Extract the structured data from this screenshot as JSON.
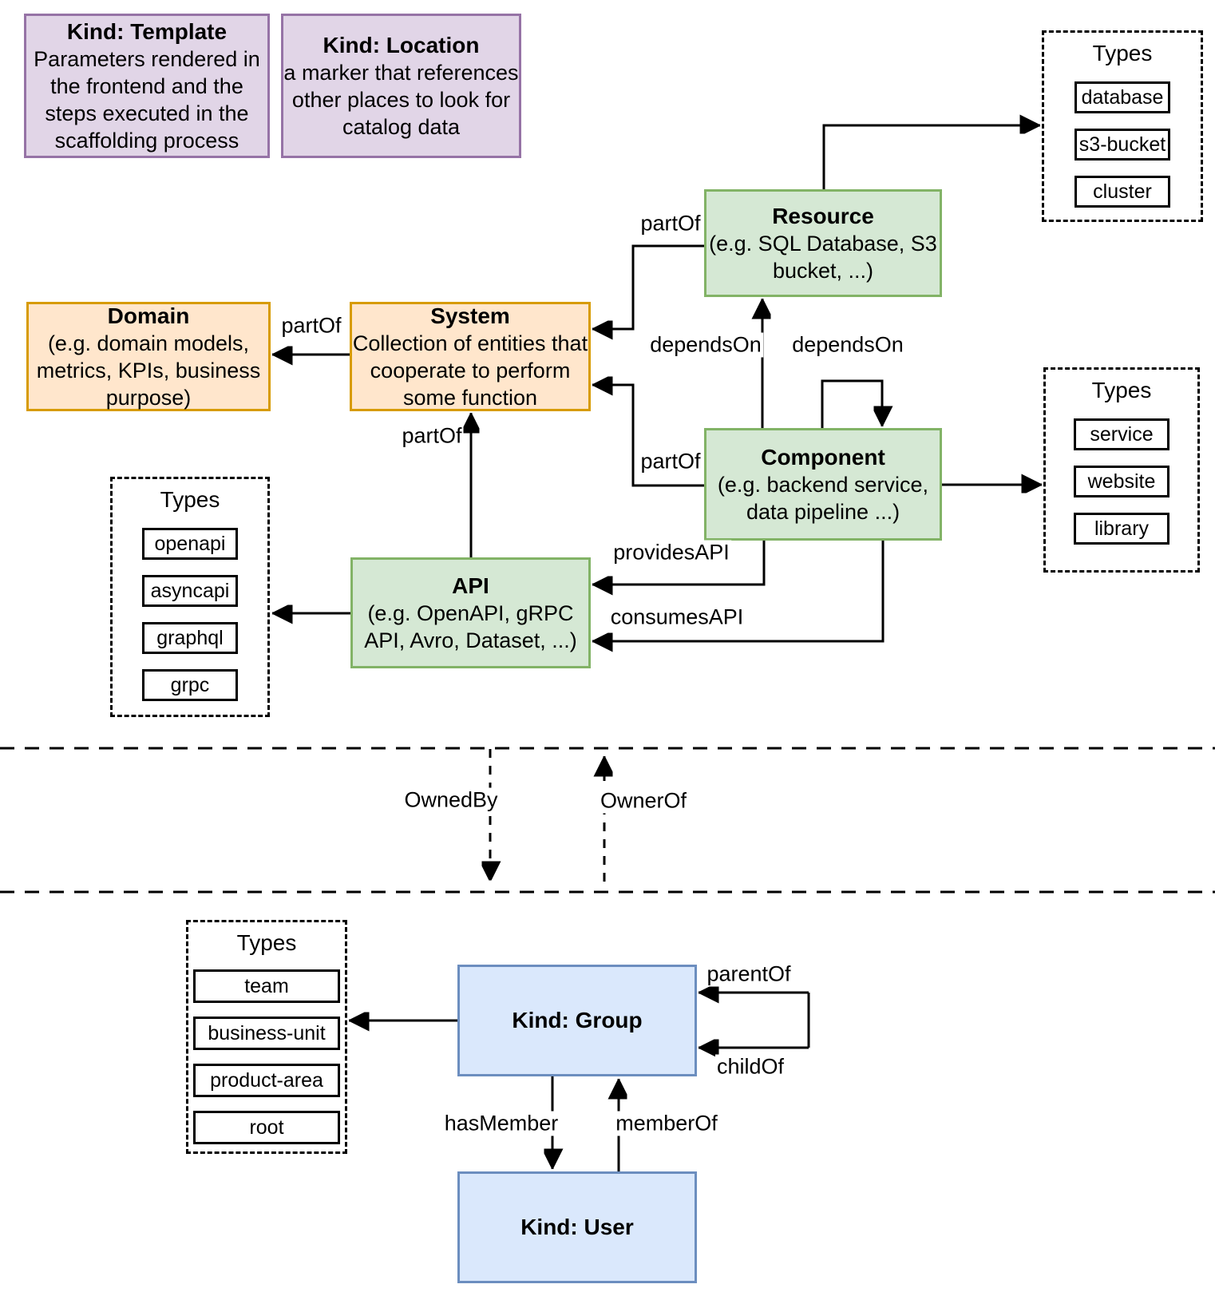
{
  "diagram": {
    "description": "Backstage catalog system model diagram",
    "colors": {
      "purple_fill": "#E1D5E7",
      "purple_stroke": "#9673A6",
      "orange_fill": "#FFE6CC",
      "orange_stroke": "#D79B00",
      "green_fill": "#D5E8D4",
      "green_stroke": "#82B366",
      "blue_fill": "#DAE8FC",
      "blue_stroke": "#6C8EBF",
      "line": "#000000"
    }
  },
  "boxes": {
    "template": {
      "title": "Kind: Template",
      "body": "Parameters rendered in the frontend and the steps executed in  the scaffolding process"
    },
    "location": {
      "title": "Kind: Location",
      "body": "a marker that references other places to look for catalog data"
    },
    "resource": {
      "title": "Resource",
      "body": "(e.g. SQL Database, S3 bucket, ...)"
    },
    "domain": {
      "title": "Domain",
      "body": "(e.g.  domain models, metrics, KPIs, business purpose)"
    },
    "system": {
      "title": "System",
      "body": "Collection of entities that cooperate to perform some function"
    },
    "component": {
      "title": "Component",
      "body": "(e.g. backend service, data pipeline ...)"
    },
    "api": {
      "title": "API",
      "body": "(e.g. OpenAPI, gRPC API, Avro, Dataset, ...)"
    },
    "group": {
      "title": "Kind: Group"
    },
    "user": {
      "title": "Kind: User"
    }
  },
  "type_panels": {
    "resource_types": {
      "title": "Types",
      "items": [
        "database",
        "s3-bucket",
        "cluster"
      ]
    },
    "component_types": {
      "title": "Types",
      "items": [
        "service",
        "website",
        "library"
      ]
    },
    "api_types": {
      "title": "Types",
      "items": [
        "openapi",
        "asyncapi",
        "graphql",
        "grpc"
      ]
    },
    "group_types": {
      "title": "Types",
      "items": [
        "team",
        "business-unit",
        "product-area",
        "root"
      ]
    }
  },
  "edge_labels": {
    "partof_domain": "partOf",
    "partof_resource": "partOf",
    "partof_component": "partOf",
    "partof_api": "partOf",
    "dependson_resource": "dependsOn",
    "dependson_self": "dependsOn",
    "providesapi": "providesAPI",
    "consumesapi": "consumesAPI",
    "ownedby": "OwnedBy",
    "ownerof": "OwnerOf",
    "parentof": "parentOf",
    "childof": "childOf",
    "hasmember": "hasMember",
    "memberof": "memberOf"
  }
}
